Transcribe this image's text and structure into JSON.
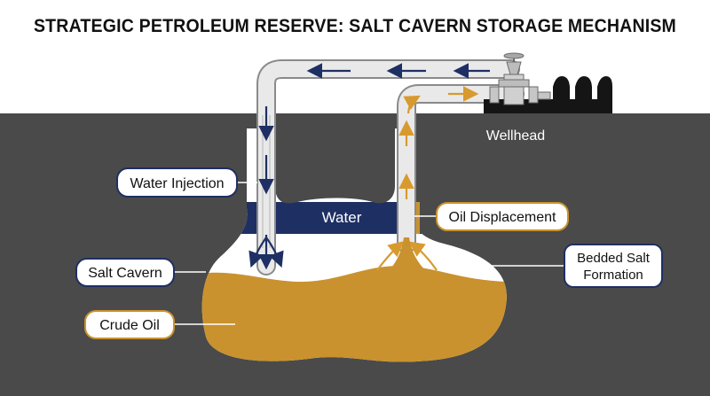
{
  "title": "STRATEGIC PETROLEUM RESERVE: SALT CAVERN STORAGE MECHANISM",
  "labels": {
    "wellhead": "Wellhead",
    "water_injection": "Water Injection",
    "water": "Water",
    "oil_displacement": "Oil Displacement",
    "salt_cavern": "Salt Cavern",
    "bedded_salt_line1": "Bedded Salt",
    "bedded_salt_line2": "Formation",
    "crude_oil": "Crude Oil"
  },
  "colors": {
    "ground": "#4a4a4a",
    "oil": "#c9922e",
    "water": "#1e2f63",
    "arrow_water": "#1e2f63",
    "arrow_oil": "#d89a2e",
    "pipe": "#e6e6e6",
    "label_navy_border": "#1e2f63",
    "label_gold_border": "#c9922e"
  }
}
